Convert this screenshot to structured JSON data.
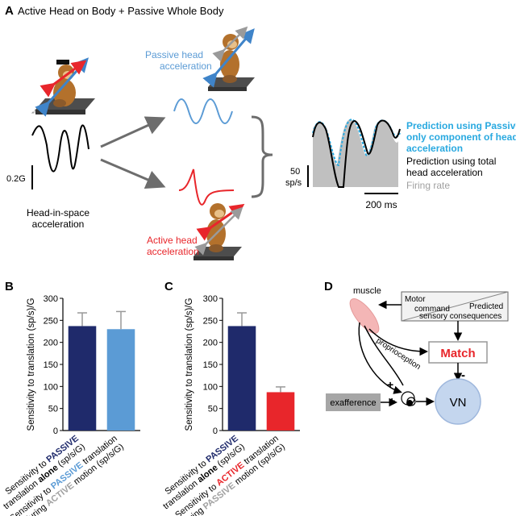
{
  "panel_a": {
    "letter": "A",
    "title": "Active Head on Body + Passive Whole Body",
    "passive_label": [
      "Passive head",
      "acceleration"
    ],
    "active_label": [
      "Active head",
      "acceleration"
    ],
    "head_in_space_label": [
      "Head-in-space",
      "acceleration"
    ],
    "scale_g": "0.2G",
    "scale_rate": [
      "50",
      "sp/s"
    ],
    "scale_time": "200 ms",
    "legend_passive_only": [
      "Prediction using Passive-",
      "only component of head",
      "acceleration"
    ],
    "legend_total": [
      "Prediction using total",
      "head acceleration"
    ],
    "legend_firing": "Firing rate",
    "colors": {
      "passive": "#5b9bd5",
      "active": "#e8262b",
      "prediction_passive": "#29a9e0",
      "firing": "#c0c0c0"
    }
  },
  "panel_b": {
    "letter": "B",
    "ylabel": "Sensitivity to translation (sp/s)/G",
    "ticks": [
      "0",
      "50",
      "100",
      "150",
      "200",
      "250",
      "300"
    ],
    "bar_labels": [
      [
        {
          "t": "Sensitivity to "
        },
        {
          "t": "PASSIVE",
          "c": "#1f2a6b",
          "b": true
        }
      ],
      [
        {
          "t": "translation "
        },
        {
          "t": "alone",
          "b": true
        },
        {
          "t": " (sp/s/G)"
        }
      ],
      [
        {
          "t": "Sensitivity to "
        },
        {
          "t": "PASSIVE",
          "c": "#5b9bd5",
          "b": true
        },
        {
          "t": " translation"
        }
      ],
      [
        {
          "t": "during "
        },
        {
          "t": "ACTIVE",
          "c": "#a0a0a0",
          "b": true
        },
        {
          "t": " motion (sp/s/G)"
        }
      ]
    ]
  },
  "panel_c": {
    "letter": "C",
    "ylabel": "Sensitivity to translation (sp/s)/G",
    "ticks": [
      "0",
      "50",
      "100",
      "150",
      "200",
      "250",
      "300"
    ],
    "bar_labels": [
      [
        {
          "t": "Sensitivity to "
        },
        {
          "t": "PASSIVE",
          "c": "#1f2a6b",
          "b": true
        }
      ],
      [
        {
          "t": "translation "
        },
        {
          "t": "alone",
          "b": true
        },
        {
          "t": " (sp/s/G)"
        }
      ],
      [
        {
          "t": "Sensitivity to "
        },
        {
          "t": "ACTIVE",
          "c": "#e8262b",
          "b": true
        },
        {
          "t": " translation"
        }
      ],
      [
        {
          "t": "during "
        },
        {
          "t": "PASSIVE",
          "c": "#a0a0a0",
          "b": true
        },
        {
          "t": " motion (sp/s/G)"
        }
      ]
    ]
  },
  "panel_d": {
    "letter": "D",
    "muscle": "muscle",
    "motor_command": [
      "Motor",
      "command"
    ],
    "predicted": [
      "Predicted",
      "sensory consequences"
    ],
    "match": "Match",
    "proprioception": "proprioception",
    "exafference": "exafference",
    "vn": "VN",
    "minus": "-",
    "plus": "+"
  },
  "chart_data": [
    {
      "type": "bar",
      "panel": "B",
      "categories": [
        "Sensitivity to PASSIVE translation alone (sp/s/G)",
        "Sensitivity to PASSIVE translation during ACTIVE motion (sp/s/G)"
      ],
      "values": [
        237,
        230
      ],
      "errors": [
        30,
        40
      ],
      "colors": [
        "#1f2a6b",
        "#5b9bd5"
      ],
      "ylabel": "Sensitivity to translation (sp/s)/G",
      "ylim": [
        0,
        300
      ]
    },
    {
      "type": "bar",
      "panel": "C",
      "categories": [
        "Sensitivity to PASSIVE translation alone (sp/s/G)",
        "Sensitivity to ACTIVE translation during PASSIVE motion (sp/s/G)"
      ],
      "values": [
        237,
        87
      ],
      "errors": [
        30,
        12
      ],
      "colors": [
        "#1f2a6b",
        "#e8262b"
      ],
      "ylabel": "Sensitivity to translation (sp/s)/G",
      "ylim": [
        0,
        300
      ]
    }
  ]
}
